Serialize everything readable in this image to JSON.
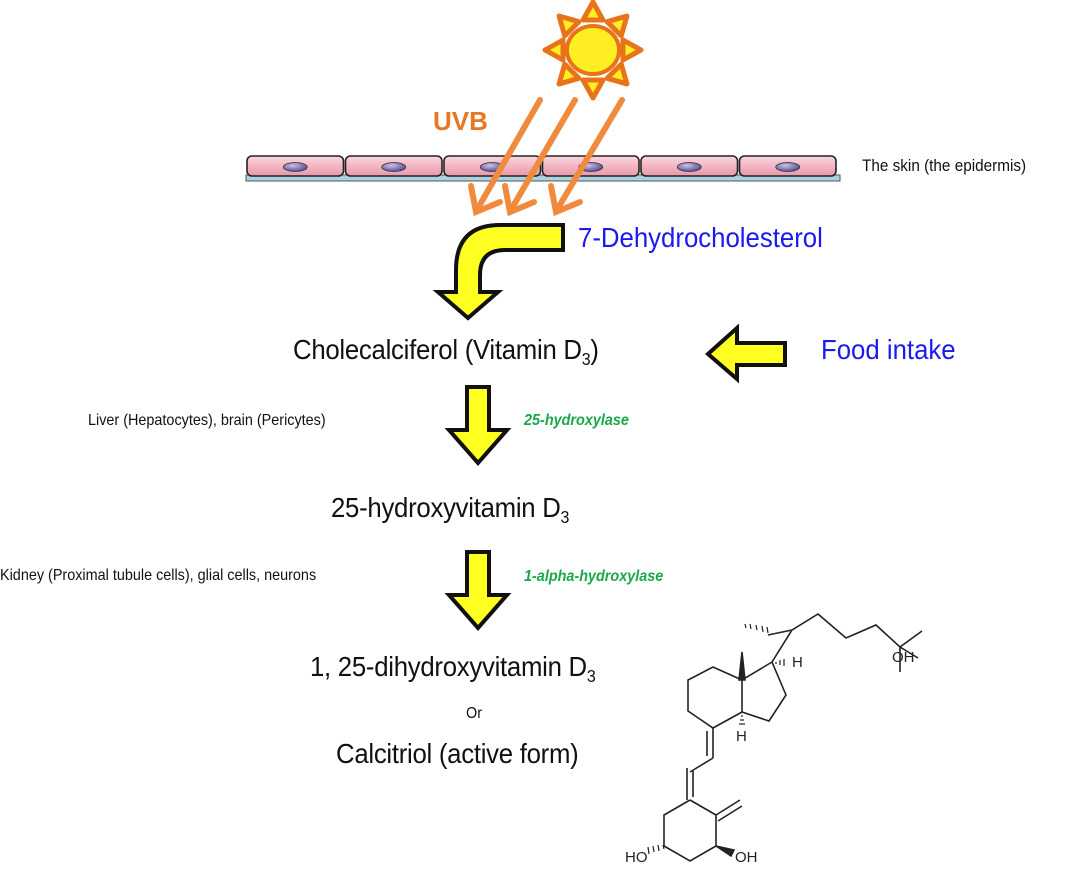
{
  "title": "Vitamin D3 synthesis and activation pathway",
  "colors": {
    "sun_fill": "#ffee22",
    "sun_stroke": "#e8731a",
    "uv_ray": "#f08a3c",
    "skin_cell": "#f4b6c2",
    "nucleus": "#6a5f9e",
    "flow_arrow_fill": "#ffff22",
    "compound_blue": "#1a1aee",
    "enzyme_green": "#1aa84a"
  },
  "labels": {
    "uvb": "UVB",
    "skin": "The skin (the epidermis)",
    "precursor": "7-Dehydrocholesterol",
    "food": "Food intake",
    "or": "Or"
  },
  "compounds": {
    "cholecalciferol": {
      "text": "Cholecalciferol (Vitamin D",
      "sub": "3",
      "suffix": ")"
    },
    "hydroxyvitamin": {
      "text": "25-hydroxyvitamin D",
      "sub": "3"
    },
    "dihydroxyvitamin": {
      "text": "1, 25-dihydroxyvitamin D",
      "sub": "3"
    },
    "calcitriol": "Calcitriol (active form)"
  },
  "steps": [
    {
      "location": "Liver (Hepatocytes), brain (Pericytes)",
      "enzyme": "25-hydroxylase"
    },
    {
      "location": "Kidney (Proximal tubule cells), glial cells, neurons",
      "enzyme": "1-alpha-hydroxylase"
    }
  ],
  "structure": {
    "name": "calcitriol-structure",
    "atom_labels": {
      "h_top": "H",
      "h_bottom": "H",
      "oh_side_chain": "OH",
      "ho_ring": "HO",
      "oh_ring": "OH"
    }
  }
}
